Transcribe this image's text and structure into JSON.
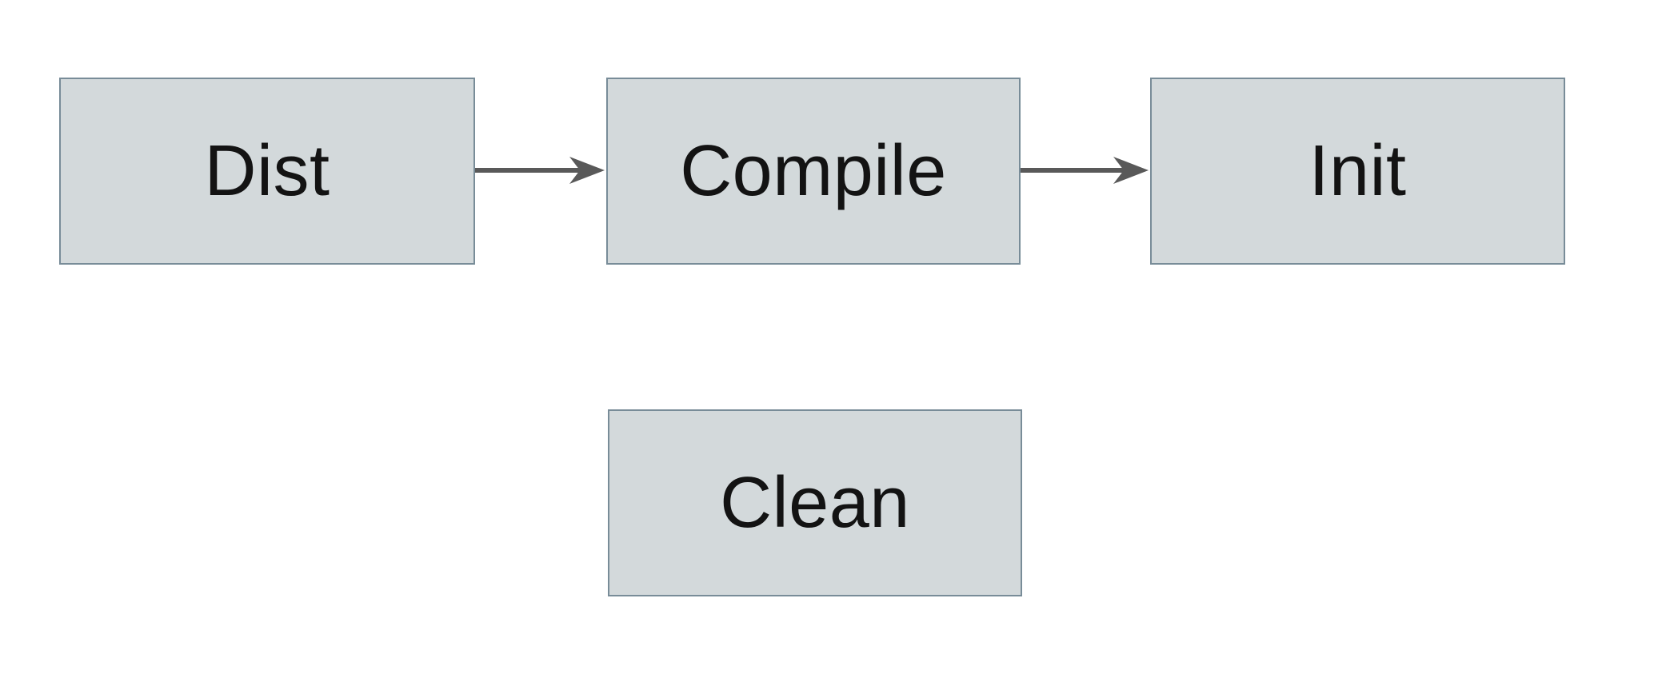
{
  "diagram": {
    "type": "flowchart",
    "nodes": [
      {
        "id": "dist",
        "label": "Dist"
      },
      {
        "id": "compile",
        "label": "Compile"
      },
      {
        "id": "init",
        "label": "Init"
      },
      {
        "id": "clean",
        "label": "Clean"
      }
    ],
    "edges": [
      {
        "from": "Dist",
        "to": "Compile",
        "direction": "right",
        "style": "solid-arrow"
      },
      {
        "from": "Compile",
        "to": "Init",
        "direction": "right",
        "style": "solid-arrow"
      }
    ],
    "colors": {
      "node_fill": "#d3d9db",
      "node_border": "#788c98",
      "arrow": "#595959",
      "text": "#131313",
      "background": "#ffffff"
    }
  }
}
